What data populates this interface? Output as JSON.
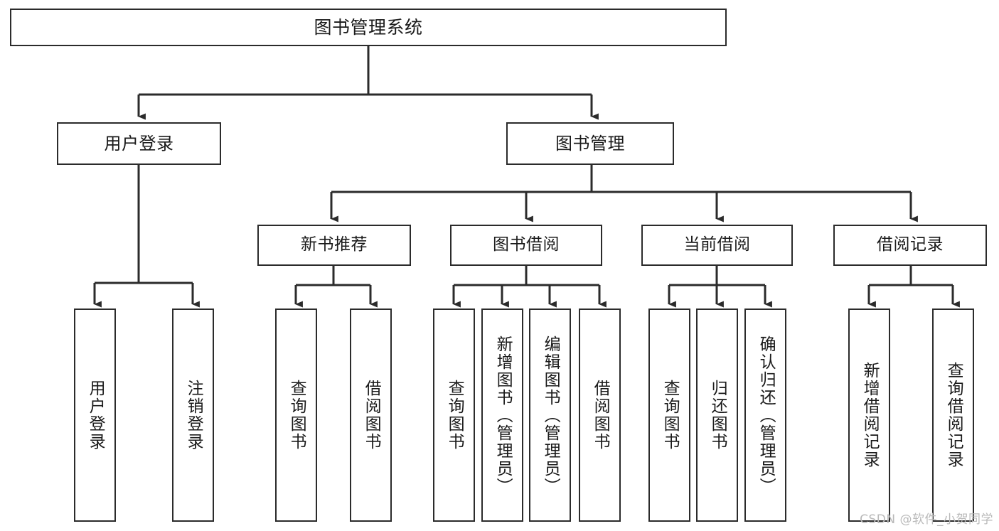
{
  "diagram": {
    "type": "tree",
    "title": "图书管理系统",
    "orientation": "top-down",
    "colors": {
      "background": "#ffffff",
      "box_border": "#2b2b2b",
      "box_fill": "#ffffff",
      "connector": "#2b2b2b",
      "text": "#1a1a1a",
      "watermark": "#b9b9b9"
    }
  },
  "root": {
    "label": "图书管理系统"
  },
  "level1": [
    {
      "label": "用户登录"
    },
    {
      "label": "图书管理"
    }
  ],
  "level2": [
    {
      "label": "新书推荐",
      "parent": "图书管理"
    },
    {
      "label": "图书借阅",
      "parent": "图书管理"
    },
    {
      "label": "当前借阅",
      "parent": "图书管理"
    },
    {
      "label": "借阅记录",
      "parent": "图书管理"
    }
  ],
  "leaves": {
    "user_login": [
      {
        "label": "用户登录"
      },
      {
        "label": "注销登录"
      }
    ],
    "new_book_recommend": [
      {
        "label": "查询图书"
      },
      {
        "label": "借阅图书"
      }
    ],
    "book_borrow": [
      {
        "label": "查询图书"
      },
      {
        "label": "新增图书（管理员）"
      },
      {
        "label": "编辑图书（管理员）"
      },
      {
        "label": "借阅图书"
      }
    ],
    "current_borrow": [
      {
        "label": "查询图书"
      },
      {
        "label": "归还图书"
      },
      {
        "label": "确认归还（管理员）"
      }
    ],
    "borrow_record": [
      {
        "label": "新增借阅记录"
      },
      {
        "label": "查询借阅记录"
      }
    ]
  },
  "watermark": {
    "text": "CSDN @软件_小贺同学"
  }
}
